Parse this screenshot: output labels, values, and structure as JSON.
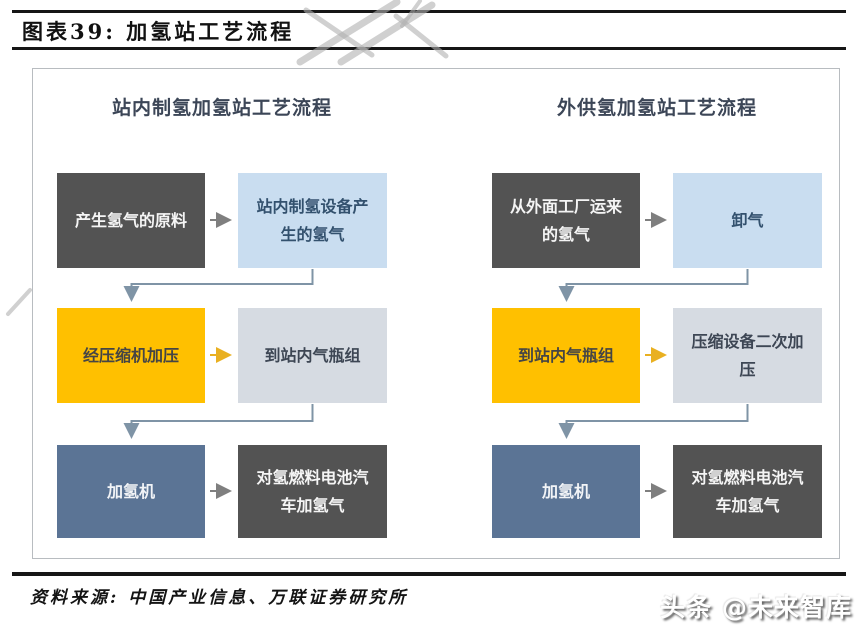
{
  "header": {
    "caption": "图表39: 加氢站工艺流程"
  },
  "flowcharts": [
    {
      "title": "站内制氢加氢站工艺流程",
      "rows": [
        {
          "left": "产生氢气的原料",
          "right": "站内制氢设备产生的氢气"
        },
        {
          "left": "经压缩机加压",
          "right": "到站内气瓶组"
        },
        {
          "left": "加氢机",
          "right": "对氢燃料电池汽车加氢气"
        }
      ]
    },
    {
      "title": "外供氢加氢站工艺流程",
      "rows": [
        {
          "left": "从外面工厂运来的氢气",
          "right": "卸气"
        },
        {
          "left": "到站内气瓶组",
          "right": "压缩设备二次加压"
        },
        {
          "left": "加氢机",
          "right": "对氢燃料电池汽车加氢气"
        }
      ]
    }
  ],
  "footer": {
    "source": "资料来源: 中国产业信息、万联证券研究所",
    "watermark": "头条 @未来智库"
  },
  "colors": {
    "box-dark": "#535353",
    "box-lightblue": "#c9ddf0",
    "box-orange": "#ffc000",
    "box-lightgray": "#d6dbe2",
    "box-steelblue": "#5b7495",
    "connector-slate": "#7f94a6",
    "arrow-gray": "#7f7f7f",
    "arrow-orange": "#e9b021",
    "heading-text": "#3c4657",
    "rule-black": "#161616"
  }
}
